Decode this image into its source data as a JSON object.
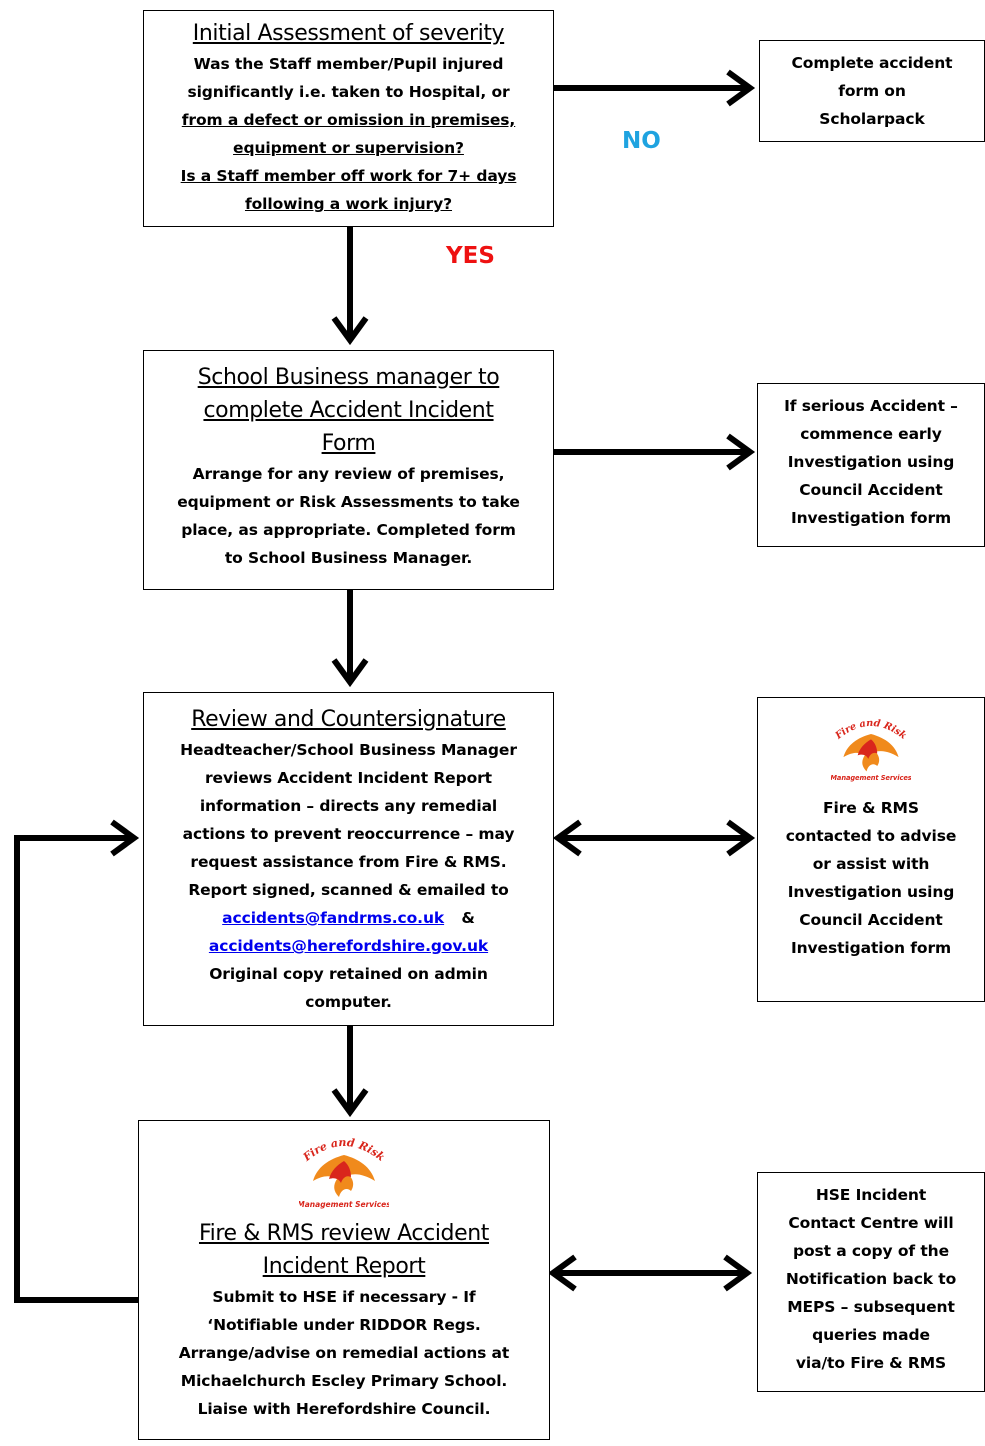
{
  "box1": {
    "title": "Initial Assessment of severity",
    "l1": "Was the Staff member/Pupil injured",
    "l2": "significantly i.e. taken to Hospital, or",
    "l3": "from a defect or omission in premises,",
    "l4": "equipment or supervision?",
    "l5": "Is a Staff member off work for 7+ days",
    "l6": "following a work injury?"
  },
  "box2": {
    "title1": "School Business manager to",
    "title2": "complete Accident Incident",
    "title3": "Form",
    "l1": "Arrange for any review of premises,",
    "l2": "equipment or Risk Assessments  to take",
    "l3": "place, as appropriate.  Completed form",
    "l4": "to School Business Manager."
  },
  "box3": {
    "title": "Review and Countersignature",
    "l1": "Headteacher/School Business  Manager",
    "l2": "reviews Accident Incident Report",
    "l3": "information – directs any remedial",
    "l4": "actions to prevent reoccurrence – may",
    "l5": "request assistance  from Fire & RMS.",
    "l6": "Report signed, scanned & emailed to",
    "email1": "accidents@fandrms.co.uk",
    "amp": "&",
    "email2": "accidents@herefordshire.gov.uk",
    "l7": "Original  copy retained on admin",
    "l8": "computer."
  },
  "box4": {
    "title1": "Fire & RMS review Accident",
    "title2": "Incident Report",
    "l1": "Submit to HSE if necessary - If",
    "l2": "‘Notifiable under RIDDOR  Regs.",
    "l3": "Arrange/advise  on remedial actions at",
    "l4": "Michaelchurch Escley Primary School.",
    "l5": "Liaise with Herefordshire Council."
  },
  "side1": {
    "l1": "Complete accident",
    "l2": "form on",
    "l3": "Scholarpack"
  },
  "side2": {
    "l1": "If serious Accident –",
    "l2": "commence early",
    "l3": "Investigation using",
    "l4": "Council Accident",
    "l5": "Investigation form"
  },
  "side3": {
    "l1": "Fire & RMS",
    "l2": "contacted to advise",
    "l3": "or assist with",
    "l4": "Investigation using",
    "l5": "Council Accident",
    "l6": "Investigation form"
  },
  "side4": {
    "l1": "HSE Incident",
    "l2": "Contact Centre will",
    "l3": "post a copy of the",
    "l4": "Notification back to",
    "l5": "MEPS – subsequent",
    "l6": "queries made",
    "l7": "via/to Fire & RMS"
  },
  "labels": {
    "no": "NO",
    "yes": "YES"
  },
  "logo": {
    "top_text": "Fire and Risk",
    "bottom_text": "Management Services"
  },
  "colors": {
    "no": "#1fa3e0",
    "yes": "#ee1111",
    "link": "#0000ee",
    "logo_red": "#d9261c",
    "logo_orange": "#f08a1c"
  }
}
